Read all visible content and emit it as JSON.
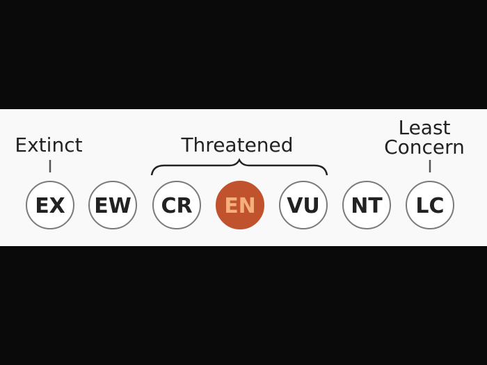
{
  "labels": {
    "extinct": "Extinct",
    "threatened": "Threatened",
    "least_line1": "Least",
    "least_line2": "Concern"
  },
  "categories": [
    {
      "code": "EX",
      "active": false
    },
    {
      "code": "EW",
      "active": false
    },
    {
      "code": "CR",
      "active": false
    },
    {
      "code": "EN",
      "active": true
    },
    {
      "code": "VU",
      "active": false
    },
    {
      "code": "NT",
      "active": false
    },
    {
      "code": "LC",
      "active": false
    }
  ],
  "colors": {
    "background": "#0a0a0a",
    "panel": "#f9f9f9",
    "circle_fill": "#ffffff",
    "circle_stroke": "#7a7a7a",
    "active_fill": "#c0532d",
    "active_text": "#f6b07d",
    "text": "#222222"
  }
}
